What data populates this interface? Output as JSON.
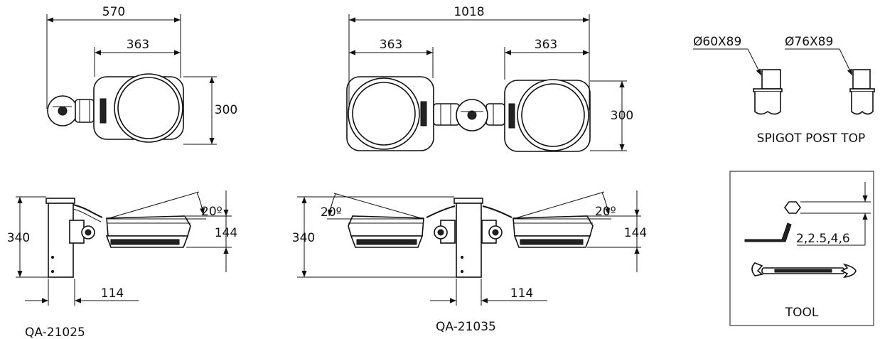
{
  "models": [
    {
      "id_label": "QA-21025",
      "top_view": {
        "overall_width": "570",
        "head_width": "363",
        "head_depth": "300"
      },
      "side_view": {
        "height": "340",
        "angle": "20º",
        "head_height": "144",
        "post_offset": "114"
      }
    },
    {
      "id_label": "QA-21035",
      "top_view": {
        "overall_width": "1018",
        "left_head_width": "363",
        "right_head_width": "363",
        "head_depth": "300"
      },
      "side_view": {
        "height": "340",
        "left_angle": "20º",
        "right_angle": "20º",
        "head_height": "144",
        "post_offset": "114"
      }
    }
  ],
  "spigot": {
    "caption": "SPIGOT POST TOP",
    "sizes": [
      "Ø60X89",
      "Ø76X89"
    ]
  },
  "tool": {
    "caption": "TOOL",
    "hex_key_sizes": "2,2.5,4,6"
  }
}
